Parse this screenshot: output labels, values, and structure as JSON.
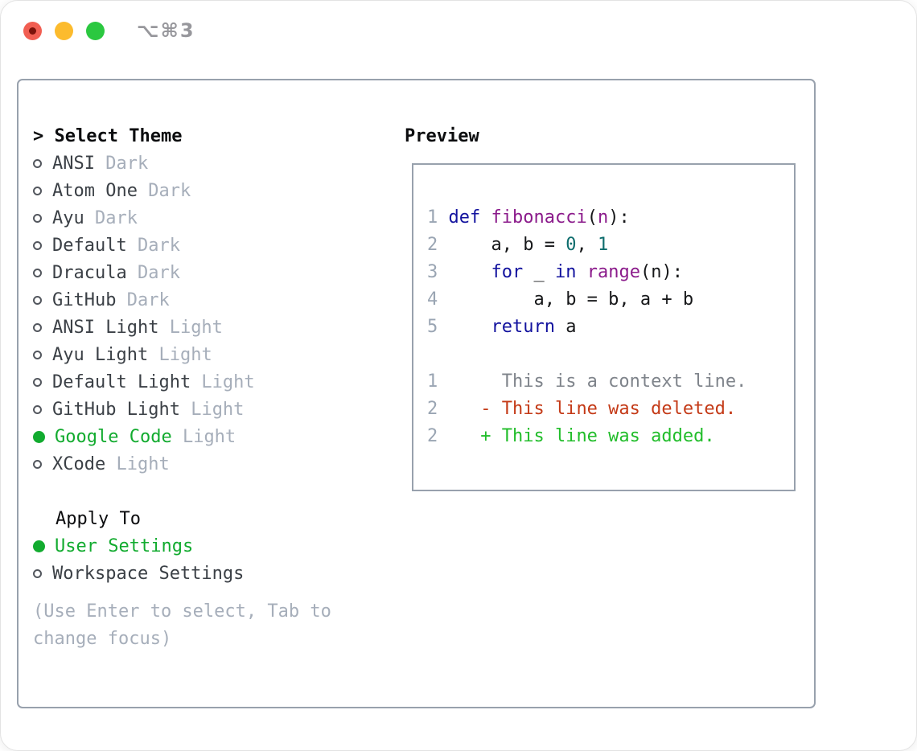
{
  "window": {
    "title": "⌥⌘3",
    "traffic_lights": [
      "close",
      "minimize",
      "zoom"
    ]
  },
  "theme_panel": {
    "header": {
      "prompt": ">",
      "label": "Select Theme"
    },
    "themes": [
      {
        "name": "ANSI",
        "variant": "Dark",
        "selected": false
      },
      {
        "name": "Atom One",
        "variant": "Dark",
        "selected": false
      },
      {
        "name": "Ayu",
        "variant": "Dark",
        "selected": false
      },
      {
        "name": "Default",
        "variant": "Dark",
        "selected": false
      },
      {
        "name": "Dracula",
        "variant": "Dark",
        "selected": false
      },
      {
        "name": "GitHub",
        "variant": "Dark",
        "selected": false
      },
      {
        "name": "ANSI Light",
        "variant": "Light",
        "selected": false
      },
      {
        "name": "Ayu Light",
        "variant": "Light",
        "selected": false
      },
      {
        "name": "Default Light",
        "variant": "Light",
        "selected": false
      },
      {
        "name": "GitHub Light",
        "variant": "Light",
        "selected": false
      },
      {
        "name": "Google Code",
        "variant": "Light",
        "selected": true
      },
      {
        "name": "XCode",
        "variant": "Light",
        "selected": false
      }
    ],
    "apply_to": {
      "label": "Apply To",
      "options": [
        {
          "name": "User Settings",
          "selected": true
        },
        {
          "name": "Workspace Settings",
          "selected": false
        }
      ]
    },
    "help_text": "(Use Enter to select, Tab to change focus)"
  },
  "preview": {
    "label": "Preview",
    "code_lines": [
      {
        "num": "1",
        "tokens": [
          [
            "kw",
            "def"
          ],
          [
            "pl",
            " "
          ],
          [
            "fn",
            "fibonacci"
          ],
          [
            "pl",
            "("
          ],
          [
            "fn",
            "n"
          ],
          [
            "pl",
            "):"
          ]
        ]
      },
      {
        "num": "2",
        "tokens": [
          [
            "pl",
            "    a, b = "
          ],
          [
            "lit",
            "0"
          ],
          [
            "pl",
            ", "
          ],
          [
            "lit",
            "1"
          ]
        ]
      },
      {
        "num": "3",
        "tokens": [
          [
            "pl",
            "    "
          ],
          [
            "kw",
            "for"
          ],
          [
            "pl",
            " _ "
          ],
          [
            "kw",
            "in"
          ],
          [
            "pl",
            " "
          ],
          [
            "fn",
            "range"
          ],
          [
            "pl",
            "(n):"
          ]
        ]
      },
      {
        "num": "4",
        "tokens": [
          [
            "pl",
            "        a, b = b, a + b"
          ]
        ]
      },
      {
        "num": "5",
        "tokens": [
          [
            "pl",
            "    "
          ],
          [
            "kw",
            "return"
          ],
          [
            "pl",
            " a"
          ]
        ]
      }
    ],
    "diff_lines": [
      {
        "num": "1",
        "text": "     This is a context line.",
        "type": "context"
      },
      {
        "num": "2",
        "text": "   - This line was deleted.",
        "type": "deleted"
      },
      {
        "num": "2",
        "text": "   + This line was added.",
        "type": "added"
      }
    ]
  },
  "colors": {
    "selection_green": "#12ab2f",
    "diff_added": "#21bd2a",
    "diff_deleted": "#c43a17",
    "diff_context": "#7f848b",
    "syntax_keyword": "#12129e",
    "syntax_function": "#8b1b8b",
    "syntax_literal": "#0e6d6d",
    "syntax_plain": "#17181a",
    "line_number": "#9aa5b3",
    "muted_text": "#a6aeba",
    "item_text": "#3b4046",
    "border": "#98a1ad",
    "traffic_red": "#f15e52",
    "traffic_yellow": "#fcbb2d",
    "traffic_green": "#2bc840"
  }
}
